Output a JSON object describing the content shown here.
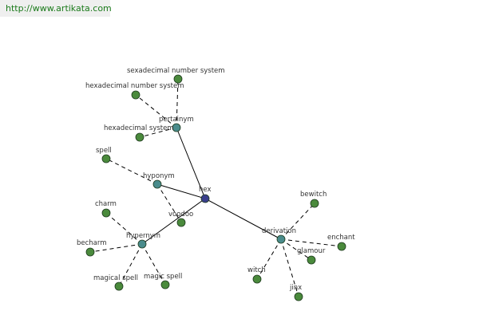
{
  "source": {
    "url": "http://www.artikata.com"
  },
  "colors": {
    "root": "#3a3f8c",
    "relation": "#4a8c8c",
    "leaf": "#4a8a3c",
    "url": "#1a7a1a"
  },
  "graph": {
    "nodes": [
      {
        "id": "hex",
        "label": "hex",
        "kind": "root"
      },
      {
        "id": "pertainym",
        "label": "pertainym",
        "kind": "relation"
      },
      {
        "id": "hyponym",
        "label": "hyponym",
        "kind": "relation"
      },
      {
        "id": "hypernym",
        "label": "hypernym",
        "kind": "relation"
      },
      {
        "id": "derivation",
        "label": "derivation",
        "kind": "relation"
      },
      {
        "id": "sexadecimal",
        "label": "sexadecimal number system",
        "kind": "leaf"
      },
      {
        "id": "hexadecimal-ns",
        "label": "hexadecimal number system",
        "kind": "leaf"
      },
      {
        "id": "hexadecimal-s",
        "label": "hexadecimal system",
        "kind": "leaf"
      },
      {
        "id": "spell",
        "label": "spell",
        "kind": "leaf"
      },
      {
        "id": "voodoo",
        "label": "voodoo",
        "kind": "leaf"
      },
      {
        "id": "charm",
        "label": "charm",
        "kind": "leaf"
      },
      {
        "id": "becharm",
        "label": "becharm",
        "kind": "leaf"
      },
      {
        "id": "magical-spell",
        "label": "magical spell",
        "kind": "leaf"
      },
      {
        "id": "magic-spell",
        "label": "magic spell",
        "kind": "leaf"
      },
      {
        "id": "bewitch",
        "label": "bewitch",
        "kind": "leaf"
      },
      {
        "id": "enchant",
        "label": "enchant",
        "kind": "leaf"
      },
      {
        "id": "glamour",
        "label": "glamour",
        "kind": "leaf"
      },
      {
        "id": "witch",
        "label": "witch",
        "kind": "leaf"
      },
      {
        "id": "jinx",
        "label": "jinx",
        "kind": "leaf"
      }
    ],
    "edges": [
      {
        "from": "hex",
        "to": "pertainym",
        "style": "solid"
      },
      {
        "from": "hex",
        "to": "hyponym",
        "style": "solid"
      },
      {
        "from": "hex",
        "to": "hypernym",
        "style": "solid"
      },
      {
        "from": "hex",
        "to": "derivation",
        "style": "solid"
      },
      {
        "from": "pertainym",
        "to": "sexadecimal",
        "style": "dashed"
      },
      {
        "from": "pertainym",
        "to": "hexadecimal-ns",
        "style": "dashed"
      },
      {
        "from": "pertainym",
        "to": "hexadecimal-s",
        "style": "dashed"
      },
      {
        "from": "hyponym",
        "to": "spell",
        "style": "dashed"
      },
      {
        "from": "hyponym",
        "to": "voodoo",
        "style": "dashed"
      },
      {
        "from": "hypernym",
        "to": "charm",
        "style": "dashed"
      },
      {
        "from": "hypernym",
        "to": "becharm",
        "style": "dashed"
      },
      {
        "from": "hypernym",
        "to": "magical-spell",
        "style": "dashed"
      },
      {
        "from": "hypernym",
        "to": "magic-spell",
        "style": "dashed"
      },
      {
        "from": "derivation",
        "to": "bewitch",
        "style": "dashed"
      },
      {
        "from": "derivation",
        "to": "enchant",
        "style": "dashed"
      },
      {
        "from": "derivation",
        "to": "glamour",
        "style": "dashed"
      },
      {
        "from": "derivation",
        "to": "witch",
        "style": "dashed"
      },
      {
        "from": "derivation",
        "to": "jinx",
        "style": "dashed"
      }
    ]
  }
}
